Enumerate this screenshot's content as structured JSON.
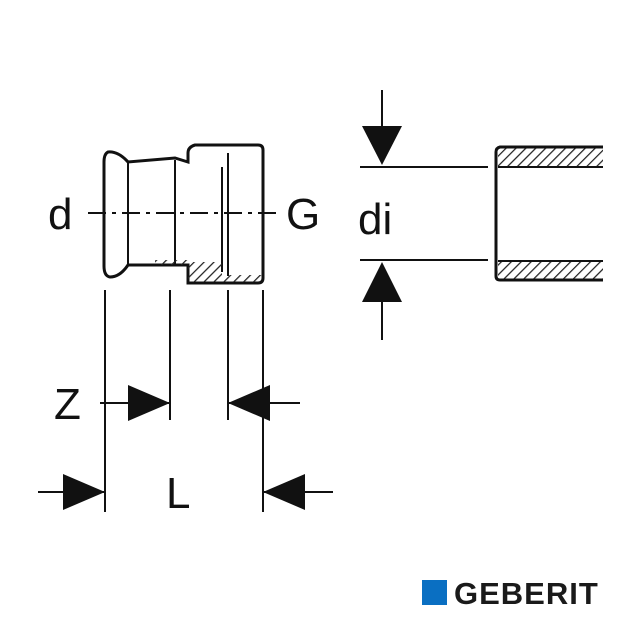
{
  "labels": {
    "d": "d",
    "G": "G",
    "di": "di",
    "Z": "Z",
    "L": "L"
  },
  "logo": {
    "text": "GEBERIT",
    "square_color": "#0a6fc2"
  },
  "colors": {
    "line": "#111111",
    "background": "#ffffff"
  }
}
